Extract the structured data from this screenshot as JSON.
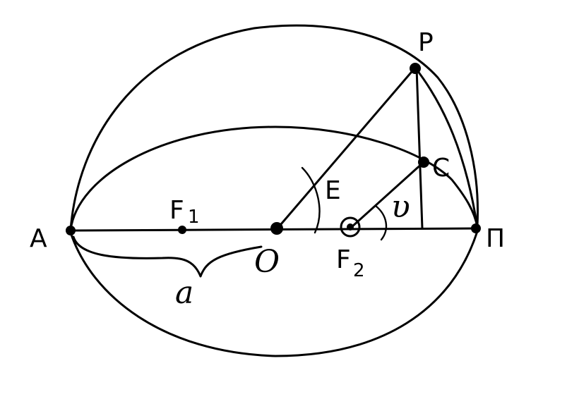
{
  "diagram": {
    "labels": {
      "A": "A",
      "P": "P",
      "C": "C",
      "E": "E",
      "v": "υ",
      "Pi": "Π",
      "F1": "F",
      "F1_sub": "1",
      "O": "O",
      "F2": "F",
      "F2_sub": "2",
      "a": "a"
    }
  }
}
